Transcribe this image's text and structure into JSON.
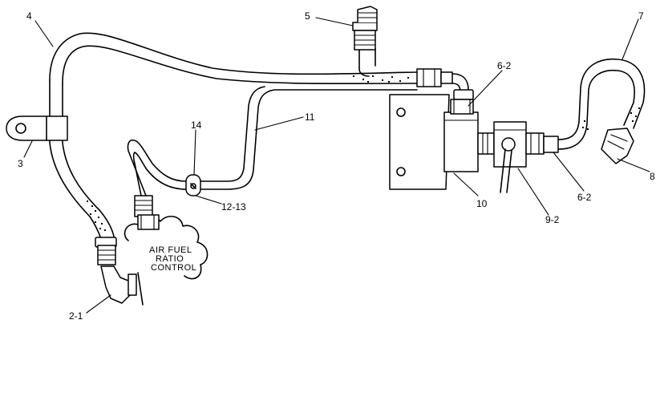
{
  "diagram": {
    "callouts": [
      {
        "id": "4",
        "label": "4"
      },
      {
        "id": "5",
        "label": "5"
      },
      {
        "id": "7",
        "label": "7"
      },
      {
        "id": "6-2-top",
        "label": "6-2"
      },
      {
        "id": "11",
        "label": "11"
      },
      {
        "id": "14",
        "label": "14"
      },
      {
        "id": "3",
        "label": "3"
      },
      {
        "id": "12-13",
        "label": "12-13"
      },
      {
        "id": "8",
        "label": "8"
      },
      {
        "id": "10",
        "label": "10"
      },
      {
        "id": "6-2-bottom",
        "label": "6-2"
      },
      {
        "id": "9-2",
        "label": "9-2"
      },
      {
        "id": "2-1",
        "label": "2-1"
      }
    ],
    "component_label": [
      "AIR FUEL",
      "RATIO",
      "CONTROL"
    ]
  }
}
